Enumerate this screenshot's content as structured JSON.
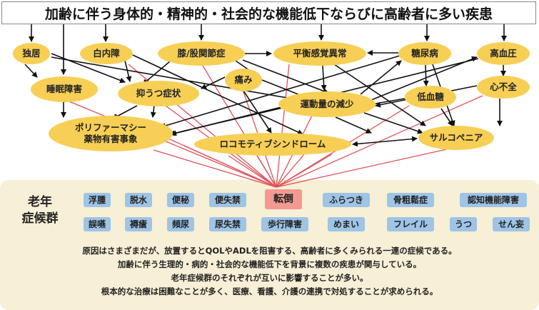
{
  "title": "加齢に伴う身体的・精神的・社会的な機能低下ならびに高齢者に多い疾患",
  "colors": {
    "node_fill": "#f7cf55",
    "arrow": "#111111",
    "red_line": "#e0505a",
    "panel_bg": "#f7efd6",
    "tag_bg": "#9ec4e6",
    "highlight_tag_bg": "#f29a92"
  },
  "nodes": [
    {
      "id": "dokkyo",
      "label": "独居"
    },
    {
      "id": "hakunaisho",
      "label": "白内障"
    },
    {
      "id": "kansetsu",
      "label": "膝/股関節症"
    },
    {
      "id": "heiko",
      "label": "平衡感覚異常"
    },
    {
      "id": "tonyo",
      "label": "糖尿病"
    },
    {
      "id": "koketsuatsu",
      "label": "高血圧"
    },
    {
      "id": "suimin",
      "label": "睡眠障害"
    },
    {
      "id": "yokutsu",
      "label": "抑うつ症状"
    },
    {
      "id": "itami",
      "label": "痛み"
    },
    {
      "id": "undo",
      "label": "運動量の減少"
    },
    {
      "id": "teiketto",
      "label": "低血糖"
    },
    {
      "id": "shinfuzen",
      "label": "心不全"
    },
    {
      "id": "polypharmacy",
      "label": "ポリファーマシー\n薬物有害事象"
    },
    {
      "id": "locomo",
      "label": "ロコモティブシンドローム"
    },
    {
      "id": "sarcopenia",
      "label": "サルコペニア"
    }
  ],
  "syndrome_panel": {
    "title_line1": "老年",
    "title_line2": "症候群",
    "row1": [
      "浮腫",
      "脱水",
      "便秘",
      "便失禁",
      "転倒",
      "ふらつき",
      "骨粗鬆症",
      "認知機能障害"
    ],
    "row2": [
      "誤嚥",
      "褥瘡",
      "頻尿",
      "尿失禁",
      "歩行障害",
      "めまい",
      "フレイル",
      "うつ",
      "せん妄"
    ],
    "highlighted": "転倒"
  },
  "description": [
    "原因はさまざまだが、放置するとQOLやADLを阻害する、高齢者に多くみられる一連の症候である。",
    "加齢に伴う生理的・病的・社会的な機能低下を背景に複数の疾患が関与している。",
    "老年症候群のそれぞれが互いに影響することが多い。",
    "根本的な治療は困難なことが多く、医療、看護、介護の連携で対処することが求められる。"
  ]
}
